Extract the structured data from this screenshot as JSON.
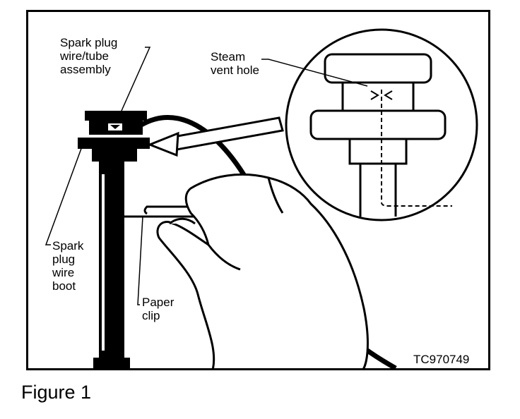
{
  "figure": {
    "labels": {
      "spark_plug_wire_tube_assembly": "Spark plug\nwire/tube\nassembly",
      "steam_vent_hole": "Steam\nvent hole",
      "spark_plug_wire_boot": "Spark\nplug\nwire\nboot",
      "paper_clip": "Paper\nclip",
      "drawing_code": "TC970749"
    },
    "caption": "Figure 1"
  }
}
